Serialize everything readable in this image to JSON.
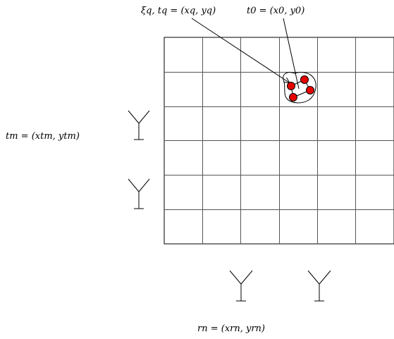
{
  "labels": {
    "scatterer": "ξq, tq = (xq, yq)",
    "target_center": "t0 = (x0, y0)",
    "transmitter": "tm = (xtm, ytm)",
    "receiver": "rn = (xrn, yrn)"
  },
  "grid": {
    "rows": 6,
    "cols": 6
  },
  "colors": {
    "line": "#000000",
    "grid": "#555555",
    "scatterer": "#e60000"
  }
}
